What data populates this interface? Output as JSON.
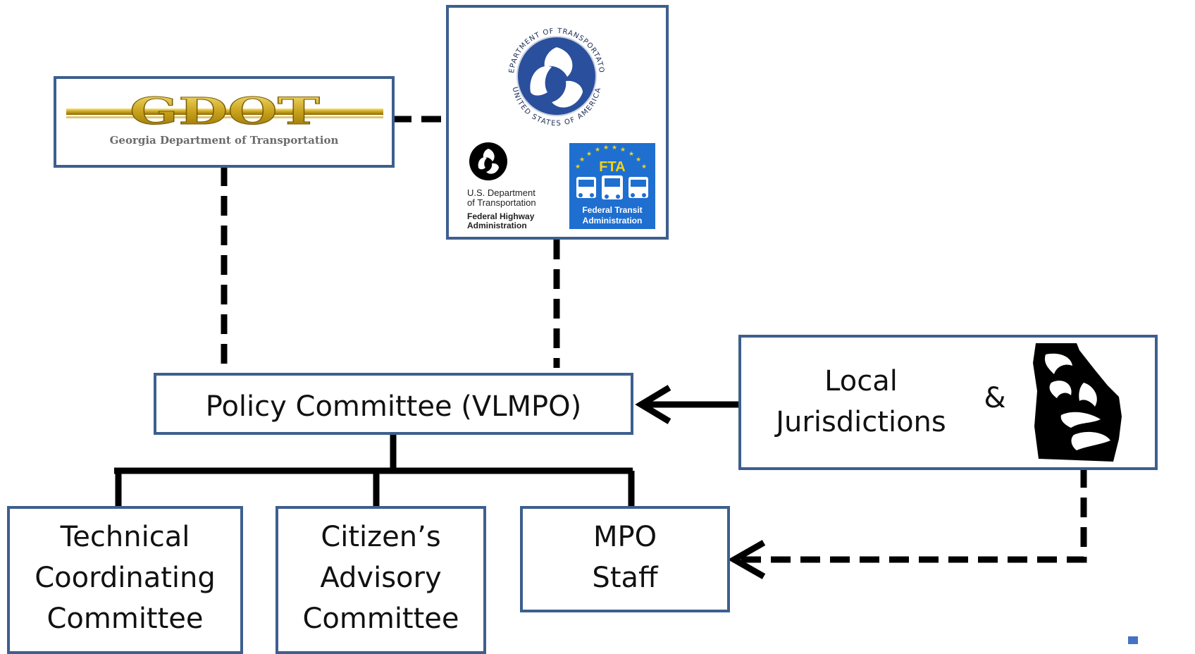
{
  "gdot": {
    "wordmark": "GDOT",
    "subtitle": "Georgia Department of Transportation"
  },
  "usdot": {
    "seal_top": "DEPARTMENT OF TRANSPORTATON",
    "seal_bottom": "UNITED STATES OF AMERICA",
    "fhwa_line1": "U.S. Department",
    "fhwa_line2": "of Transportation",
    "fhwa_line3": "Federal Highway",
    "fhwa_line4": "Administration",
    "fta_acronym": "FTA",
    "fta_line1": "Federal Transit",
    "fta_line2": "Administration"
  },
  "policy": {
    "label": "Policy Committee (VLMPO)"
  },
  "local": {
    "line1": "Local",
    "line2": "Jurisdictions",
    "ampersand": "&"
  },
  "committees": [
    {
      "line1": "Technical",
      "line2": "Coordinating",
      "line3": "Committee"
    },
    {
      "line1": "Citizen’s",
      "line2": "Advisory",
      "line3": "Committee"
    },
    {
      "line1": "MPO",
      "line2": "Staff"
    }
  ],
  "colors": {
    "box_border": "#3d5f8e",
    "connector": "#000000",
    "gdot_gold": "#c9a21a",
    "usdot_blue": "#2a4f9c",
    "fta_blue": "#1f6fd1"
  }
}
